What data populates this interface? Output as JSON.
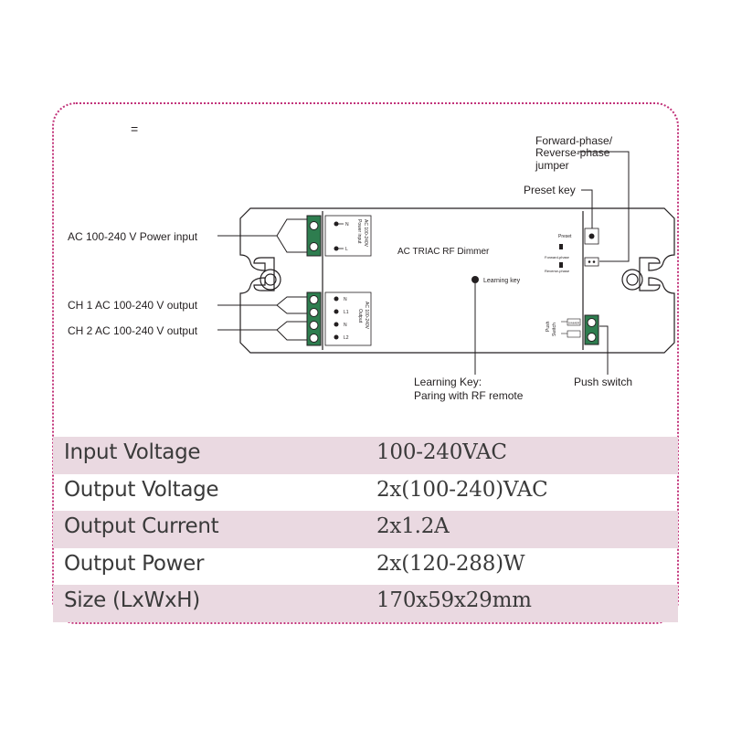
{
  "header": {
    "mark": "="
  },
  "diagram": {
    "device_title": "AC TRIAC RF Dimmer",
    "callouts": {
      "power_input": "AC 100-240 V Power  input",
      "ch1_output": "CH 1 AC 100-240 V output",
      "ch2_output": "CH 2 AC 100-240 V output",
      "phase_jumper_line1": "Forward-phase/",
      "phase_jumper_line2": "Reverse-phase",
      "phase_jumper_line3": "jumper",
      "preset_key": "Preset key",
      "learning_key_line1": "Learning  Key:",
      "learning_key_line2": "Paring  with RF remote",
      "push_switch": "Push  switch"
    },
    "board_labels": {
      "power_input_block_1": "Power input",
      "power_input_block_2": "AC 100-240V",
      "output_block_1": "Output",
      "output_block_2": "AC 100-240V",
      "terminal_n": "N",
      "terminal_l": "L",
      "terminal_l1": "L1",
      "terminal_l2": "L2",
      "learning_key": "Learning  key",
      "preset": "Preset",
      "forward_phase": "Forward-phase",
      "reverse_phase": "Reverse-phase",
      "push_switch_1": "Push",
      "push_switch_2": "Switch",
      "dimmer": "DIMMER"
    }
  },
  "specs": [
    {
      "label": "Input Voltage",
      "value": "100-240VAC",
      "shaded": true
    },
    {
      "label": "Output Voltage",
      "value": "2x(100-240)VAC",
      "shaded": false
    },
    {
      "label": "Output Current",
      "value": "2x1.2A",
      "shaded": true
    },
    {
      "label": "Output Power",
      "value": "2x(120-288)W",
      "shaded": false
    },
    {
      "label": "Size (LxWxH)",
      "value": "170x59x29mm",
      "shaded": true
    }
  ],
  "colors": {
    "border": "#c2347a",
    "row_shade": "#ead9e1",
    "terminal_green": "#2e7d4f"
  }
}
